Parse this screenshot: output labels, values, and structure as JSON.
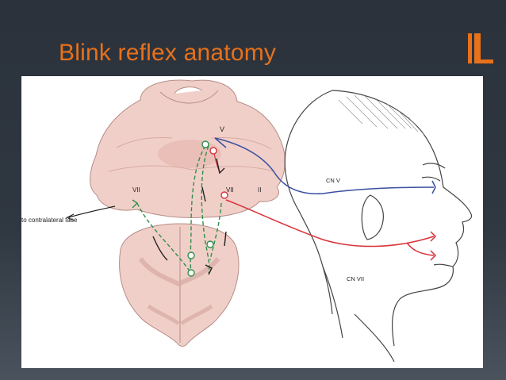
{
  "slide": {
    "title": "Blink reflex anatomy",
    "accent_color": "#e8711a",
    "background_color": "#2f3741"
  },
  "figure": {
    "labels": {
      "cn_v_nucleus": "V",
      "cn_vii_left": "VII",
      "cn_vii_right": "VII",
      "cn_vii_small": "II",
      "contralateral": "to contralateral face",
      "cnv_nerve": "CN V",
      "cnvii_nerve": "CN VII"
    },
    "colors": {
      "trigeminal_path": "#3a4fa0",
      "facial_path": "#d9323a",
      "interneuron_path": "#2f8f4a",
      "tissue": "#f1cfc9"
    }
  }
}
